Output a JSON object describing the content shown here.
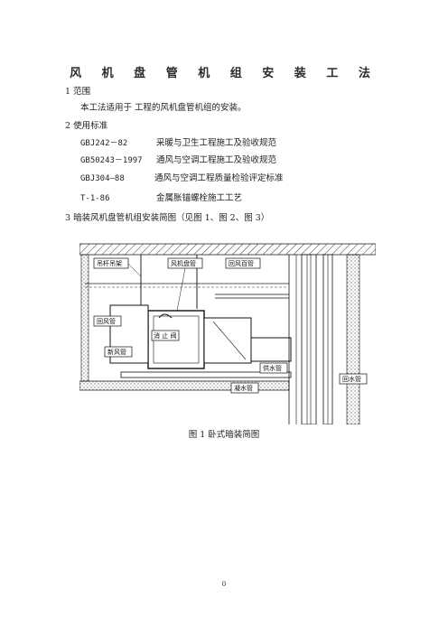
{
  "title": "风 机 盘 管 机 组 安 装 工 法",
  "section1": {
    "heading": "1 范围",
    "body": "本工法适用于  工程的风机盘管机组的安装。"
  },
  "section2": {
    "heading": "2 使用标准",
    "standards": [
      {
        "code": "GBJ242－82",
        "name": "采暖与卫生工程施工及验收规范"
      },
      {
        "code": "GB50243－1997",
        "name": "通风与空调工程施工及验收规范"
      },
      {
        "code": "GBJ304—88",
        "name": "通风与空调工程质量检验评定标准"
      },
      {
        "code": "T-1-86",
        "name": "金属胀锚螺栓施工工艺"
      }
    ]
  },
  "section3": {
    "heading": "3 暗装风机盘管机组安装简图（见图 1、图 2、图 3）"
  },
  "figure": {
    "labels": {
      "hanger": "吊杆吊架",
      "fancoil": "风机盘管",
      "return_air": "回风百管",
      "return_duct": "回风管",
      "damper": "消 止 阀",
      "supply_duct": "新风管",
      "drain_pipe": "凝水管",
      "water_pipe": "供水管",
      "condensate": "回水管"
    },
    "caption": "图 1   卧式暗装简图"
  },
  "page_number": "0"
}
